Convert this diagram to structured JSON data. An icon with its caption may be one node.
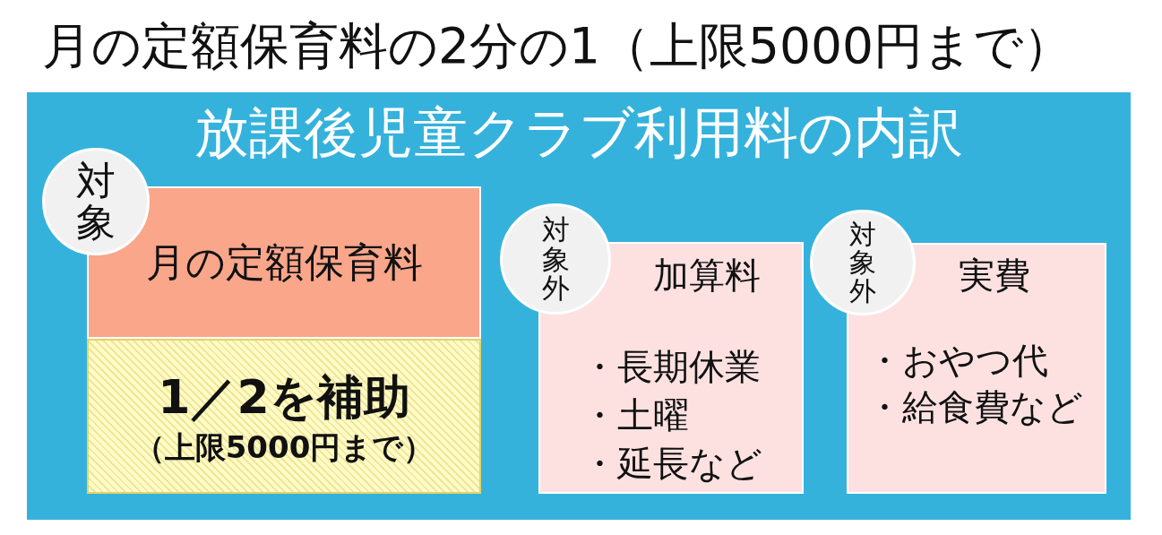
{
  "diagram": {
    "title": "月の定額保育料の2分の1（上限5000円まで）",
    "nodes": [
      {
        "text": [
          "放課後児童クラブ利用料の内訳"
        ]
      },
      {
        "text": [
          "対象"
        ],
        "in": 0
      },
      {
        "text": [
          "月の定額保育料"
        ],
        "in": 0
      },
      {
        "text": [
          "1／2を補助",
          "（上限5000円まで）"
        ],
        "in": 0
      },
      {
        "text": [
          "対象外"
        ],
        "in": 0
      },
      {
        "text": [
          "加算料",
          "・長期休業",
          "・土曜",
          "・延長など"
        ],
        "in": 0
      },
      {
        "text": [
          "対象外"
        ],
        "in": 0
      },
      {
        "text": [
          "実費",
          "・おやつ代",
          "・給食費など"
        ],
        "in": 0
      }
    ]
  }
}
